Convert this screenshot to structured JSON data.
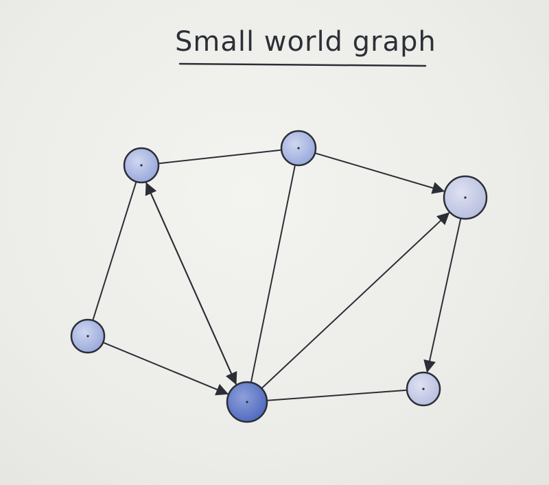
{
  "title": "Small world graph",
  "colors": {
    "ink": "#2b2e35",
    "node_fill": "#a9b7e0",
    "node_fill_dark": "#6f86c9",
    "paper": "#ecece8"
  },
  "nodes": [
    {
      "id": "n1",
      "shade": "light"
    },
    {
      "id": "n2",
      "shade": "light"
    },
    {
      "id": "n3",
      "shade": "pale"
    },
    {
      "id": "n4",
      "shade": "light"
    },
    {
      "id": "n5",
      "shade": "dark"
    },
    {
      "id": "n6",
      "shade": "pale"
    }
  ],
  "edges": [
    {
      "from": "n1",
      "to": "n2",
      "arrow": false
    },
    {
      "from": "n2",
      "to": "n3",
      "arrow": true
    },
    {
      "from": "n1",
      "to": "n4",
      "arrow": false
    },
    {
      "from": "n5",
      "to": "n1",
      "arrow": true
    },
    {
      "from": "n1",
      "to": "n5",
      "arrow": true
    },
    {
      "from": "n5",
      "to": "n2",
      "arrow": false
    },
    {
      "from": "n5",
      "to": "n3",
      "arrow": true
    },
    {
      "from": "n3",
      "to": "n6",
      "arrow": true
    },
    {
      "from": "n4",
      "to": "n5",
      "arrow": true
    },
    {
      "from": "n5",
      "to": "n6",
      "arrow": false
    }
  ]
}
